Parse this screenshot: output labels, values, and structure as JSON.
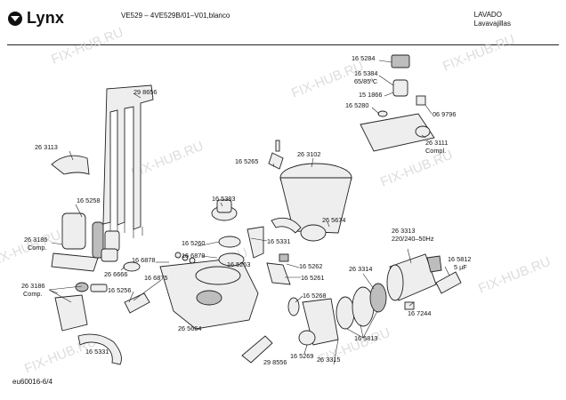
{
  "header": {
    "brand": "Lynx",
    "model": "VE529 – 4VE529B/01–V01,blanco",
    "category_line1": "LAVADO",
    "category_line2": "Lavavajillas"
  },
  "footer": {
    "code": "eu60016-6/4"
  },
  "watermark": "FIX-HUB.RU",
  "labels": {
    "p298656": "29 8656",
    "p263113": "26 3113",
    "p165258": "16 5258",
    "p263185": "26 3185",
    "p263185c": "Comp.",
    "p263186": "26 3186",
    "p263186c": "Comp.",
    "p165383": "16 5383",
    "p165260": "16 5260",
    "p166879": "16 6879",
    "p166878": "16 6878",
    "p266666": "26 6666",
    "p166875": "16 6875",
    "p165256": "16 5256",
    "p265664": "26 5664",
    "p165331a": "16 5331",
    "p165331b": "16 5331",
    "p298556": "29 8556",
    "p165265": "16 5265",
    "p263102": "26 3102",
    "p265674": "26 5674",
    "p165263": "16 5263",
    "p165262": "16 5262",
    "p165261": "16 5261",
    "p165268": "16 5268",
    "p165269": "16 5269",
    "p263315": "26 3315",
    "p263314": "26 3314",
    "p165813": "16 5813",
    "p263313": "26 3313",
    "p263313v": "220/240–50Hz",
    "p165812": "16 5812",
    "p165812v": "5 µF",
    "p167244": "16 7244",
    "p165284": "16 5284",
    "p165384": "16 5384",
    "p165384t": "65/85ºC",
    "p151866": "15 1866",
    "p165280": "16 5280",
    "p069796": "06 9796",
    "p263111": "26 3111",
    "p263111c": "Compl."
  }
}
